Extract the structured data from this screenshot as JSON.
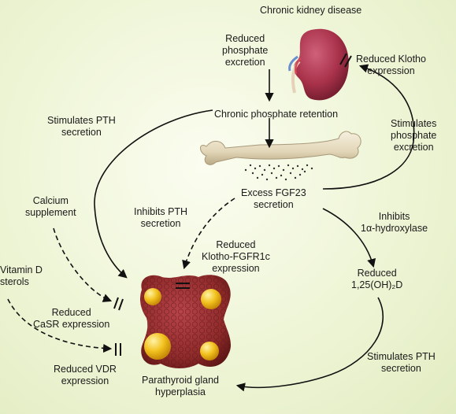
{
  "diagram": {
    "title": "Chronic kidney disease",
    "reduced_phosphate_excretion": [
      "Reduced",
      "phosphate",
      "excretion"
    ],
    "reduced_klotho_expression": [
      "Reduced Klotho",
      "expression"
    ],
    "chronic_phosphate_retention": "Chronic phosphate retention",
    "stimulates_pth_secretion_left": [
      "Stimulates PTH",
      "secretion"
    ],
    "stimulates_phosphate_excretion": [
      "Stimulates",
      "phosphate",
      "excretion"
    ],
    "excess_fgf23": [
      "Excess FGF23",
      "secretion"
    ],
    "calcium_supplement": [
      "Calcium",
      "supplement"
    ],
    "inhibits_pth_secretion": [
      "Inhibits PTH",
      "secretion"
    ],
    "inhibits_hydroxylase": [
      "Inhibits",
      "1α-hydroxylase"
    ],
    "reduced_klotho_fgfr1c": [
      "Reduced",
      "Klotho-FGFR1c",
      "expression"
    ],
    "vitamin_d_sterols": [
      "Vitamin D",
      "sterols"
    ],
    "reduced_125ohd": [
      "Reduced",
      "1,25(OH)₂D"
    ],
    "reduced_casr": [
      "Reduced",
      "CaSR expression"
    ],
    "reduced_vdr": [
      "Reduced VDR",
      "expression"
    ],
    "parathyroid_hyperplasia": [
      "Parathyroid gland",
      "hyperplasia"
    ],
    "stimulates_pth_secretion_right": [
      "Stimulates PTH",
      "secretion"
    ]
  },
  "colors": {
    "background": "#eef5d6",
    "kidney": "#a8324a",
    "bone": "#e6dcc4",
    "gland": "#8e2a2a",
    "nodule": "#f2c21e",
    "arrow": "#111111"
  },
  "icons": [
    "kidney-icon",
    "bone-icon",
    "parathyroid-gland-icon"
  ]
}
